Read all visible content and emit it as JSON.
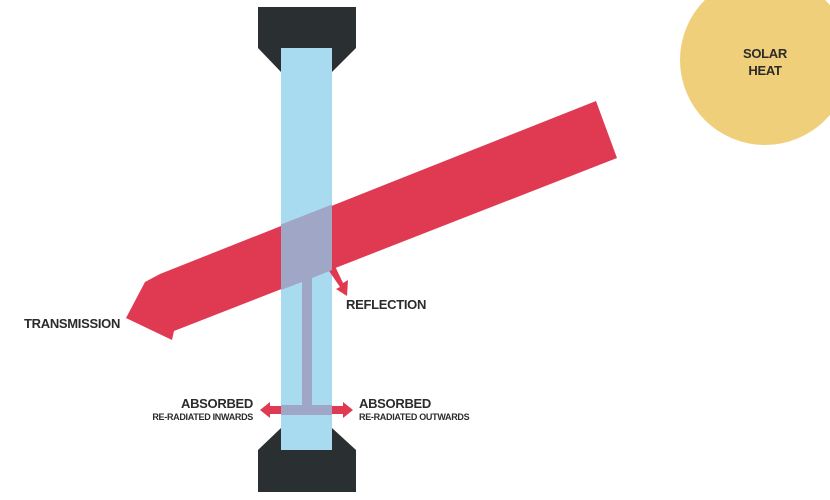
{
  "title": "Solar heat through glazing",
  "labels": {
    "solar_heat_line1": "SOLAR",
    "solar_heat_line2": "HEAT",
    "transmission": "TRANSMISSION",
    "reflection": "REFLECTION",
    "absorbed_in": "ABSORBED",
    "re_radiated_inwards": "RE-RADIATED INWARDS",
    "absorbed_out": "ABSORBED",
    "re_radiated_outwards": "RE-RADIATED OUTWARDS"
  },
  "colors": {
    "heat": "#e03a53",
    "glass": "#a8dbf0",
    "overlap": "#a0a6c6",
    "frame": "#2a2f31",
    "sun": "#f0cf7a"
  }
}
